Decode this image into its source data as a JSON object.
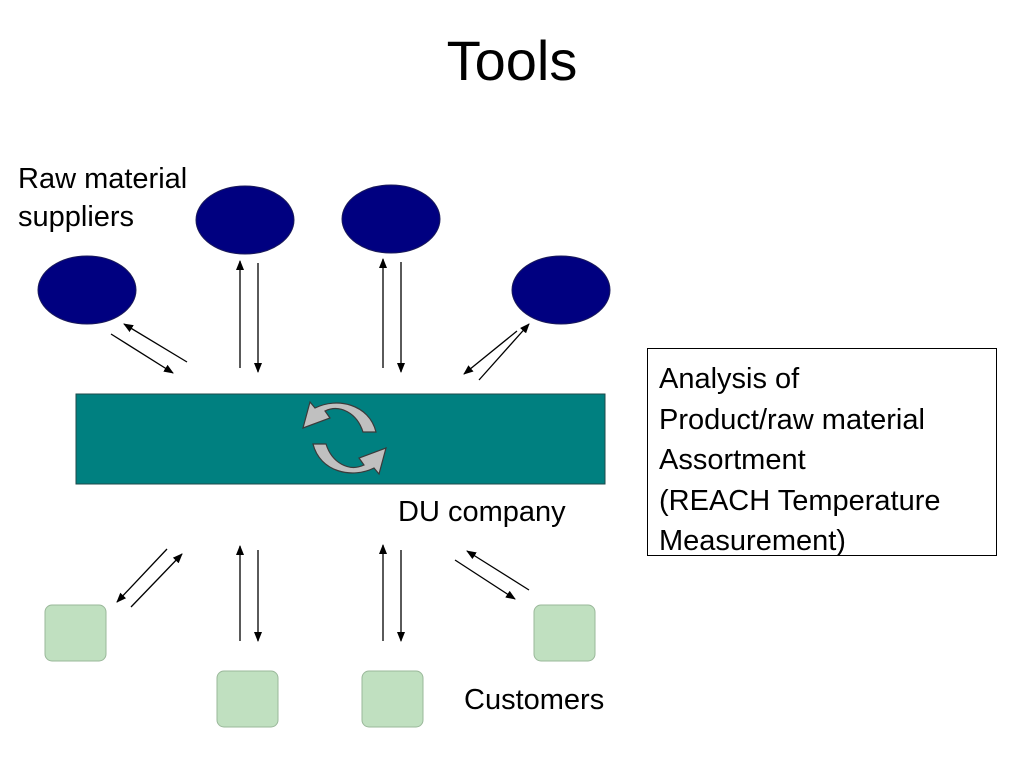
{
  "slide": {
    "title": "Tools"
  },
  "diagram": {
    "suppliers_label": "Raw material suppliers",
    "company_label": "DU company",
    "customers_label": "Customers",
    "analysis_lines": [
      "Analysis of",
      "Product/raw material",
      "Assortment",
      "(REACH Temperature",
      "Measurement)"
    ],
    "icons": [
      "cycle-arrows-icon"
    ],
    "colors": {
      "supplier_fill": "#000080",
      "company_fill": "#008080",
      "customer_fill": "#c0e0c0",
      "customer_border": "#9ab89a",
      "cycle_arrow_fill": "#c0c0c0"
    }
  }
}
